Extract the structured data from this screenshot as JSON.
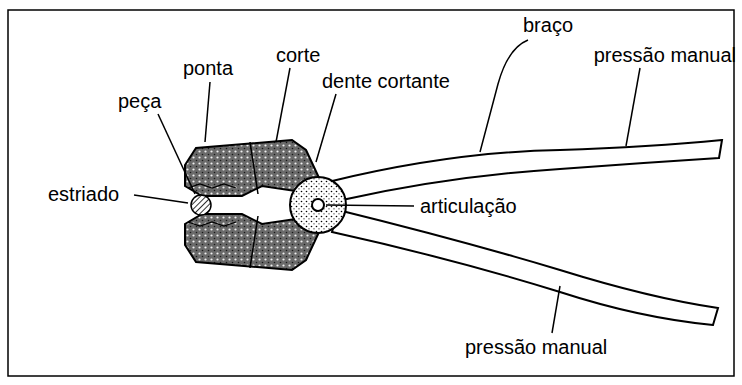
{
  "diagram": {
    "labels": [
      "braço",
      "ponta",
      "corte",
      "pressão manual",
      "dente cortante",
      "peça",
      "estriado",
      "articulação",
      "pressão manual"
    ]
  }
}
